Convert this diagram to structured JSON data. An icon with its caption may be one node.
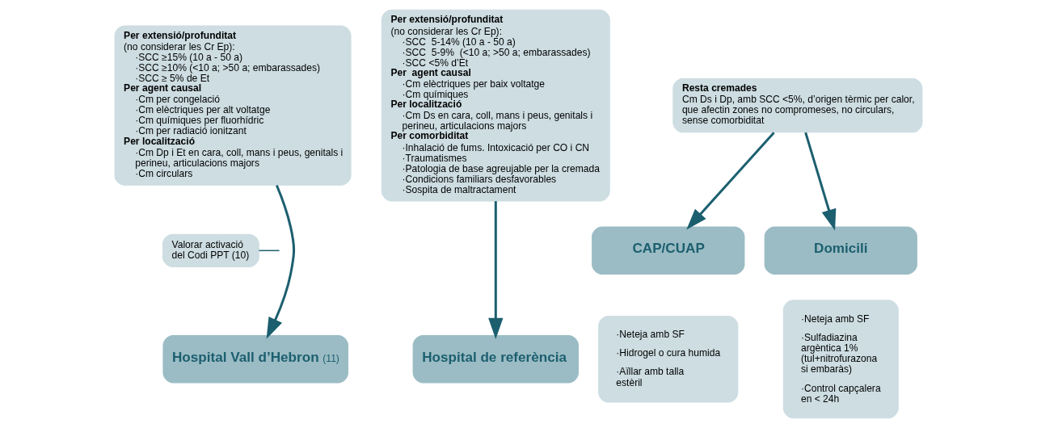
{
  "diagram": {
    "nodes": [
      {
        "text": [
          "Per extensió/profunditat",
          "(no considerar les Cr Ep):",
          "·SCC ≥15% (10 a - 50 a)",
          "·SCC ≥10% (<10 a; >50 a; embarassades)",
          "·SCC ≥ 5% de Et",
          "Per agent causal",
          "·Cm per congelació",
          "·Cm elèctriques per alt voltatge",
          "·Cm químiques per fluorhídric",
          "·Cm per radiació ionitzant",
          "Per localització",
          "·Cm Dp i Et en cara, coll, mans i peus, genitals i perineu, articulacions majors",
          "·Cm circulars"
        ]
      },
      {
        "text": [
          "Valorar activació del Codi PPT (10)"
        ]
      },
      {
        "text": [
          "Hospital Vall d’Hebron",
          "(11)"
        ]
      },
      {
        "text": [
          "Per extensió/profunditat",
          "(no considerar les Cr Ep):",
          "·SCC  5-14% (10 a - 50 a)",
          "·SCC  5-9%  (<10 a; >50 a; embarassades)",
          "·SCC <5% d’Et",
          "Per  agent causal",
          "·Cm elèctriques per baix voltatge",
          "·Cm químiques",
          "Per localització",
          "·Cm Ds en cara, coll, mans i peus, genitals i perineu, articulacions majors",
          "Per comorbiditat",
          "·Inhalació de fums. Intoxicació per CO i CN",
          "·Traumatismes",
          "·Patologia de base agreujable per la cremada",
          "·Condicions familiars desfavorables",
          "·Sospita de maltractament"
        ]
      },
      {
        "text": [
          "Hospital de referència"
        ]
      },
      {
        "text": [
          "Resta cremades",
          "Cm Ds i Dp, amb SCC <5%, d’origen tèrmic per calor, que afectin zones no compromeses, no circulars, sense comorbiditat"
        ]
      },
      {
        "text": [
          "CAP/CUAP"
        ]
      },
      {
        "text": [
          "Domicili"
        ]
      },
      {
        "text": [
          "·Neteja amb SF",
          "·Hidrogel o cura humida",
          "·Aïllar amb talla estèril"
        ]
      },
      {
        "text": [
          "·Neteja amb SF",
          "·Sulfadiazina argèntica 1% (tul+nitrofurazona si embaràs)",
          "·Control capçalera en < 24h"
        ]
      }
    ],
    "edges": [
      {
        "from": 0,
        "to": 2,
        "arrow": "to"
      },
      {
        "from": 1,
        "to": null,
        "arrow": "none"
      },
      {
        "from": 3,
        "to": 4,
        "arrow": "to"
      },
      {
        "from": 5,
        "to": 6,
        "arrow": "to"
      },
      {
        "from": 5,
        "to": 7,
        "arrow": "to"
      }
    ]
  }
}
